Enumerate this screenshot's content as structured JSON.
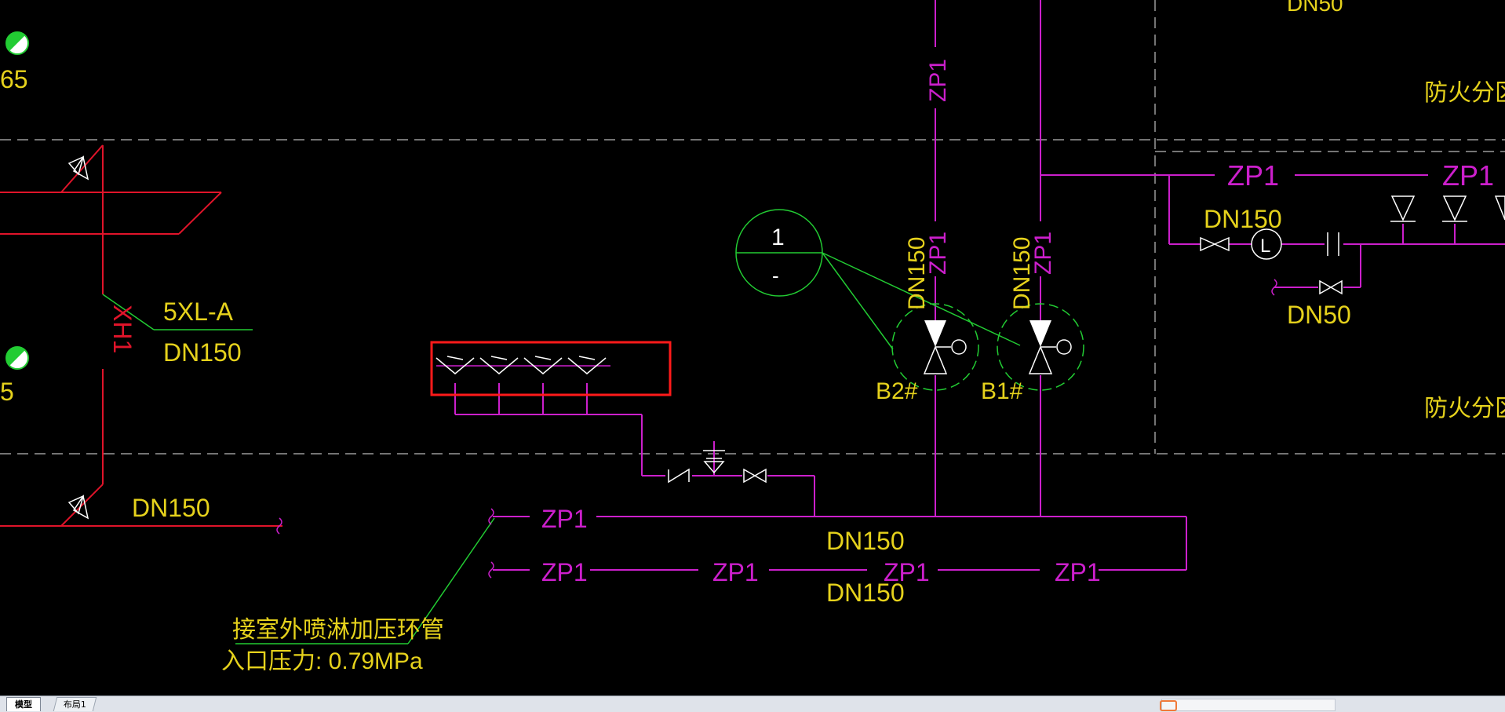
{
  "labels": {
    "dn50_top": "DN50",
    "zone_a": "防火分区一",
    "zone_b": "防火分区一",
    "zp1_vert_a": "ZP1",
    "zp1_vert_b": "ZP1",
    "zp1_vert_c": "ZP1",
    "zp1_right_a": "ZP1",
    "zp1_right_b": "ZP1",
    "dn150_right": "DN150",
    "dn50_right": "DN50",
    "dn150_vert_a": "DN150",
    "dn150_vert_b": "DN150",
    "pump_b2": "B2#",
    "pump_b1": "B1#",
    "callout_top": "1",
    "callout_bottom": "-",
    "meter_label": "L",
    "left_65_a": "65",
    "left_65_b": "5",
    "xh1": "XH1",
    "xl_a": "5XL-A",
    "dn150_left_a": "DN150",
    "dn150_left_b": "DN150",
    "zp1_main_a": "ZP1",
    "zp1_main_b": "ZP1",
    "zp1_main_c": "ZP1",
    "zp1_main_d": "ZP1",
    "zp1_main_e": "ZP1",
    "dn150_main_a": "DN150",
    "dn150_main_b": "DN150",
    "note_line1": "接室外喷淋加压环管",
    "note_line2": "入口压力:   0.79MPa"
  },
  "tabs": {
    "model": "模型",
    "layout1": "布局1"
  },
  "colors": {
    "background": "#000000",
    "pipe_magenta": "#cc1fcc",
    "label_yellow": "#e6d21c",
    "leader_green": "#22cc33",
    "hydrant_red": "#e0142a",
    "selection_red": "#ff1a1a",
    "boundary_gray": "#9a9a9a"
  }
}
